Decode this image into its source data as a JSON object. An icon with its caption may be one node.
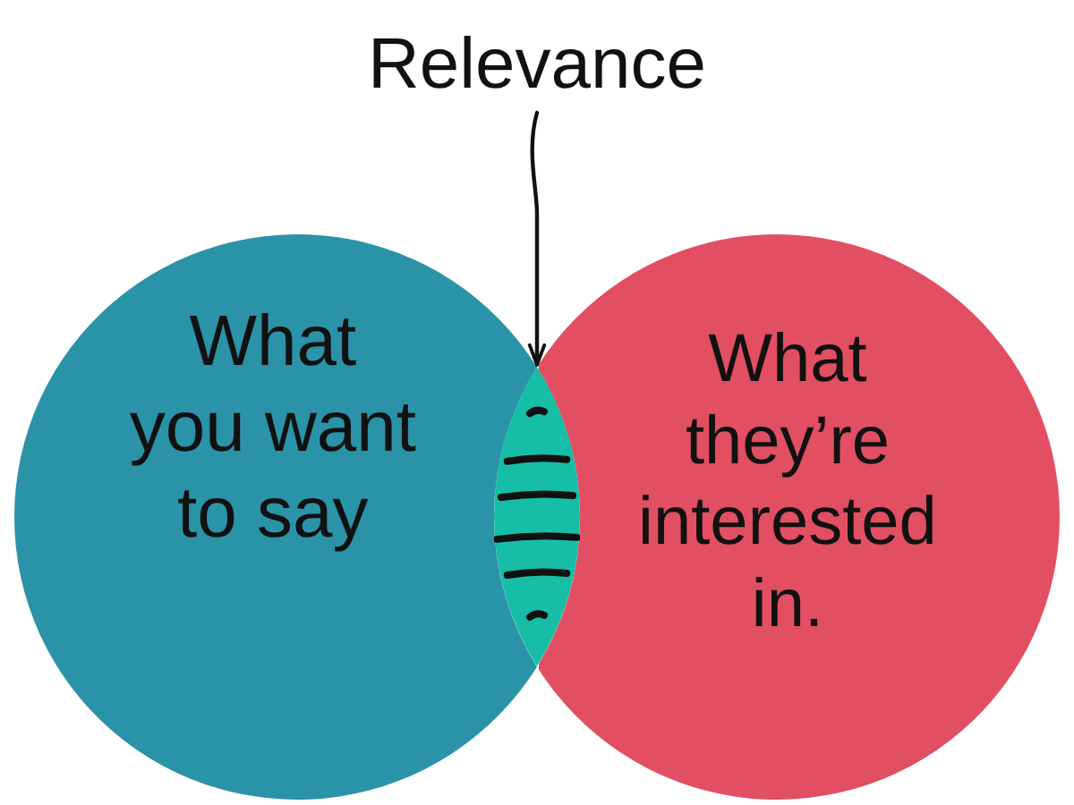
{
  "diagram": {
    "nodes": [
      {
        "text": [
          "Relevance"
        ]
      },
      {
        "text": [
          "What you want to say"
        ]
      },
      {
        "text": [],
        "shape": "lens"
      },
      {
        "text": [
          "What they’re interested in."
        ]
      }
    ],
    "edges": [
      {
        "from": 0,
        "to": 2,
        "arrow": "to"
      }
    ]
  }
}
